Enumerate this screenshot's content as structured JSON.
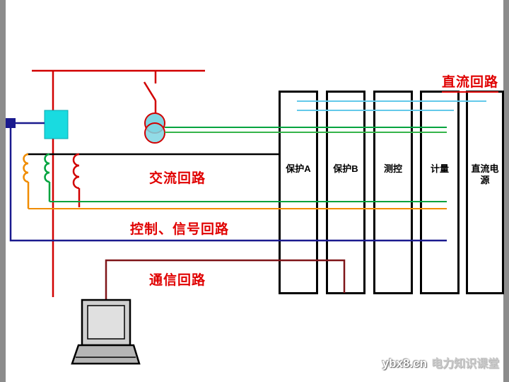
{
  "diagram": {
    "labels": {
      "dc_circuit": "直流回路",
      "ac_circuit": "交流回路",
      "control_signal_circuit": "控制、信号回路",
      "communication_circuit": "通信回路"
    },
    "panels": [
      {
        "label": "保护A"
      },
      {
        "label": "保护B"
      },
      {
        "label": "测控"
      },
      {
        "label": "计量"
      },
      {
        "label": "直流电源"
      }
    ],
    "colors": {
      "circuit_label_red": "#e00000",
      "busbar_red": "#d10000",
      "dc_line_cyan": "#63c9ea",
      "ac_line_green": "#00a33e",
      "ac_line_orange": "#f08c00",
      "control_line_navy": "#1a1a8e",
      "comm_line_maroon": "#7f1519",
      "breaker_cyan": "#19dbe0",
      "transformer_cyan": "#7fd6e3",
      "panel_border_black": "#000000"
    }
  },
  "watermark": {
    "site": "ybx8.cn",
    "brand": "电力知识课堂"
  }
}
